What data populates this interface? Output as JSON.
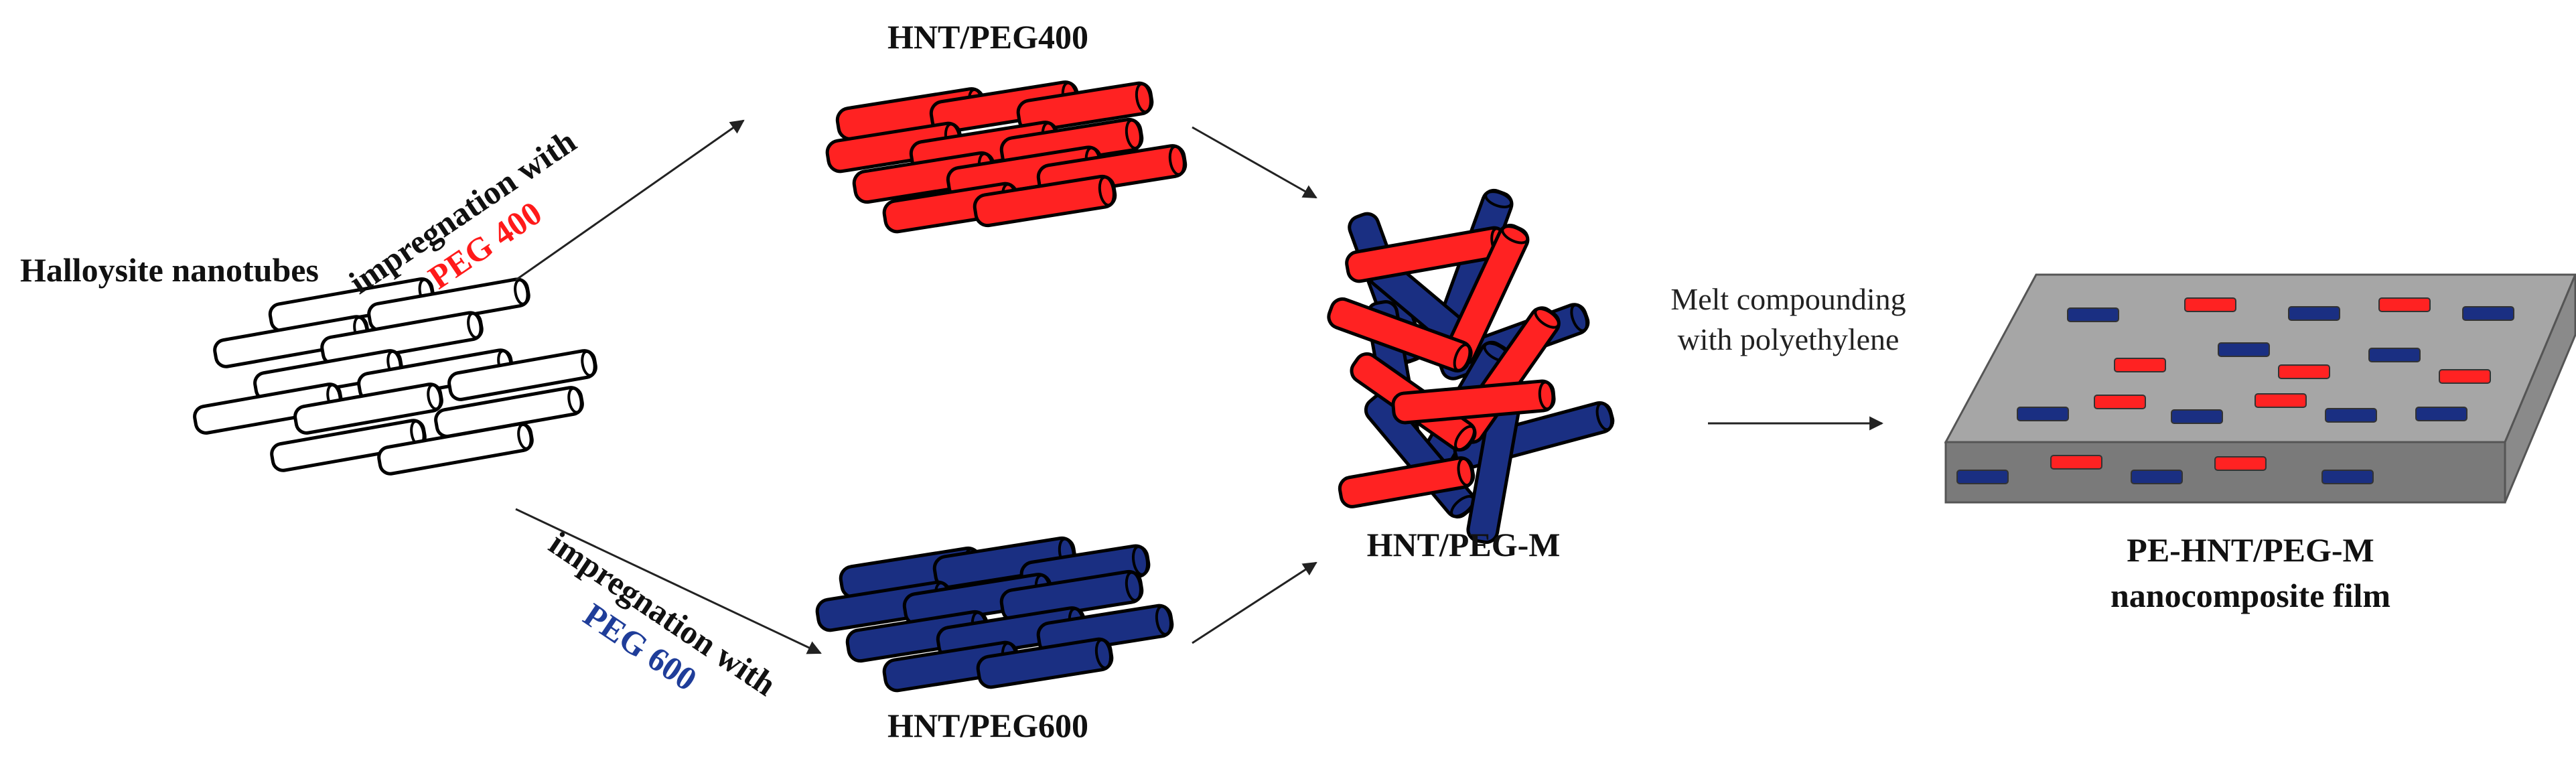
{
  "labels": {
    "halloysite": "Halloysite nanotubes",
    "impregnation_top": "impregnation with",
    "peg400": "PEG 400",
    "impregnation_bottom": "impregnation with",
    "peg600": "PEG 600",
    "hnt_peg400": "HNT/PEG400",
    "hnt_peg600": "HNT/PEG600",
    "hnt_peg_m": "HNT/PEG-M",
    "melt_line1": "Melt compounding",
    "melt_line2": "with polyethylene",
    "film_line1": "PE-HNT/PEG-M",
    "film_line2": "nanocomposite film"
  },
  "colors": {
    "white_tube": "#ffffff",
    "red_tube": "#ff2222",
    "blue_tube": "#1a2f82",
    "outline": "#000000",
    "film_top": "#a6a6a6",
    "film_side": "#8a8a8a",
    "film_front": "#7a7a7a",
    "peg400_text": "#ff1a1a",
    "peg600_text": "#1f3d99"
  },
  "icons": {
    "arrow": "arrow-icon",
    "tube": "nanotube-icon",
    "film": "film-slab-icon"
  }
}
